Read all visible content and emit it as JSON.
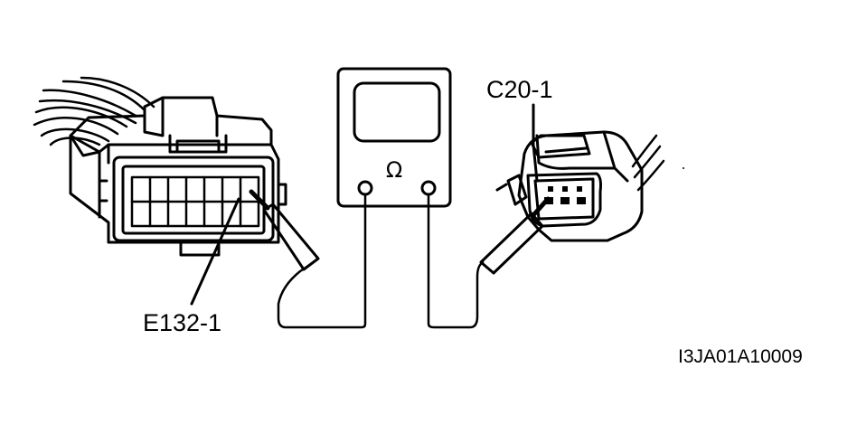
{
  "labels": {
    "connector_left": "E132-1",
    "connector_right": "C20-1",
    "figure_code": "I3JA01A10009"
  },
  "meter": {
    "symbol": "Ω"
  },
  "colors": {
    "ink": "#000000",
    "paper": "#ffffff"
  }
}
